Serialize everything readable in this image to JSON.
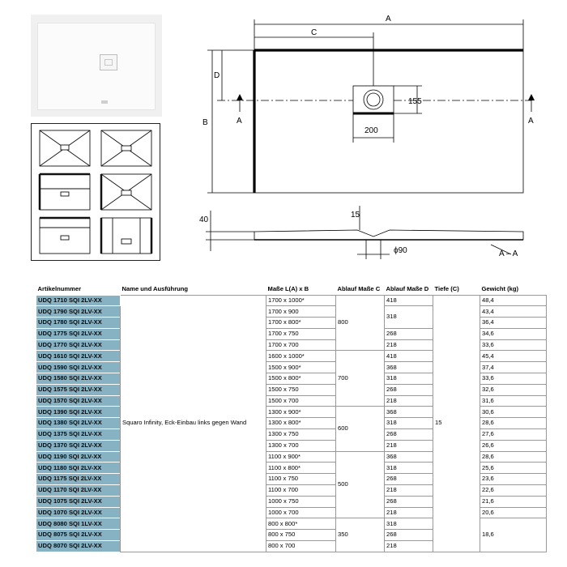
{
  "drawing": {
    "dim_a": "A",
    "dim_b": "B",
    "dim_c": "C",
    "dim_d": "D",
    "dim_155": "155",
    "dim_200": "200",
    "dim_40": "40",
    "dim_15": "15",
    "dim_90": "ϕ90",
    "section_marker": "A",
    "section_label": "A – A"
  },
  "table": {
    "headers": {
      "artikel": "Artikelnummer",
      "name": "Name und Ausführung",
      "masse": "Maße L(A) x B",
      "ablauf_c": "Ablauf Maße C",
      "ablauf_d": "Ablauf Maße D",
      "tiefe": "Tiefe (C)",
      "gewicht": "Gewicht (kg)"
    },
    "product_name": "Squaro Infinity, Eck-Einbau links gegen Wand",
    "tiefe": "15",
    "artikel": [
      "UDQ 1710 SQI 2LV-XX",
      "UDQ 1790 SQI 2LV-XX",
      "UDQ 1780 SQI 2LV-XX",
      "UDQ 1775 SQI 2LV-XX",
      "UDQ 1770 SQI 2LV-XX",
      "UDQ 1610 SQI 2LV-XX",
      "UDQ 1590 SQI 2LV-XX",
      "UDQ 1580 SQI 2LV-XX",
      "UDQ 1575 SQI 2LV-XX",
      "UDQ 1570 SQI 2LV-XX",
      "UDQ 1390 SQI 2LV-XX",
      "UDQ 1380 SQI 2LV-XX",
      "UDQ 1375 SQI 2LV-XX",
      "UDQ 1370 SQI 2LV-XX",
      "UDQ 1190 SQI 2LV-XX",
      "UDQ 1180 SQI 2LV-XX",
      "UDQ 1175 SQI 2LV-XX",
      "UDQ 1170 SQI 2LV-XX",
      "UDQ 1075 SQI 2LV-XX",
      "UDQ 1070 SQI 2LV-XX",
      "UDQ 8080 SQI 1LV-XX",
      "UDQ 8075 SQI 2LV-XX",
      "UDQ 8070 SQI 2LV-XX"
    ],
    "masse": [
      "1700 x 1000*",
      "1700 x 900",
      "1700 x 800*",
      "1700 x 750",
      "1700 x 700",
      "1600 x 1000*",
      "1500 x 900*",
      "1500 x 800*",
      "1500 x 750",
      "1500 x 700",
      "1300 x 900*",
      "1300 x 800*",
      "1300 x 750",
      "1300 x 700",
      "1100 x 900*",
      "1100 x 800*",
      "1100 x 750",
      "1100 x 700",
      "1000 x 750",
      "1000 x 700",
      "800 x 800*",
      "800 x 750",
      "800 x 700"
    ],
    "ablauf_c": [
      "800",
      "700",
      "600",
      "500",
      "350"
    ],
    "ablauf_d": [
      "418",
      "318",
      "268",
      "218",
      "418",
      "368",
      "318",
      "268",
      "218",
      "368",
      "318",
      "268",
      "218",
      "368",
      "318",
      "268",
      "218",
      "268",
      "218",
      "318",
      "268",
      "218"
    ],
    "gewicht": [
      "48,4",
      "43,4",
      "36,4",
      "34,6",
      "33,6",
      "45,4",
      "37,4",
      "33,6",
      "32,6",
      "31,6",
      "30,6",
      "28,6",
      "27,6",
      "26,6",
      "28,6",
      "25,6",
      "23,6",
      "22,6",
      "21,6",
      "20,6",
      "18,6"
    ]
  },
  "colors": {
    "artikel_cell": "#86b2c4",
    "grid": "#999999"
  }
}
